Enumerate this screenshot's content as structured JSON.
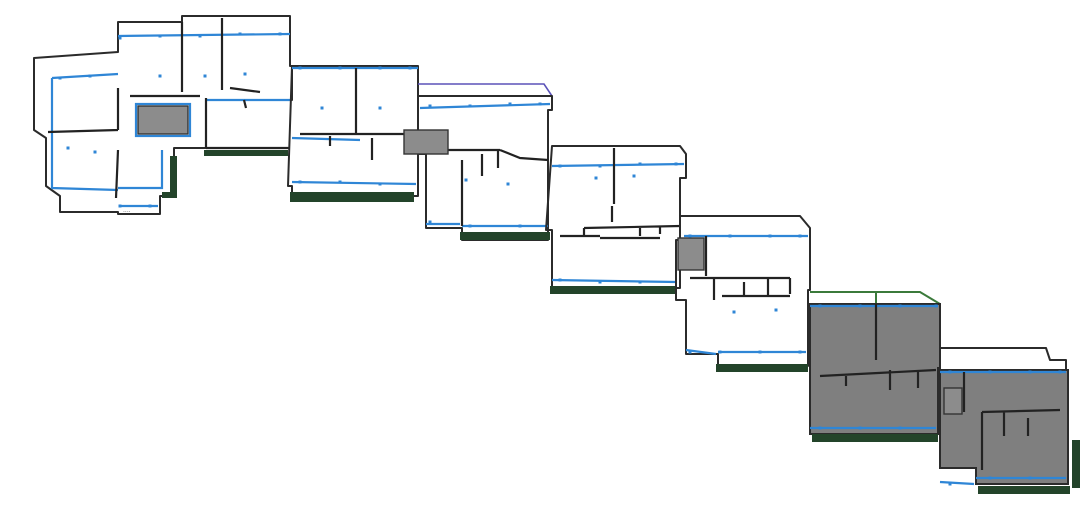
{
  "drawing": {
    "type": "stepped-floor-plan",
    "colors": {
      "background": "#ffffff",
      "walls": "#222222",
      "room_boundary": "#2f86d6",
      "roof_edge": "#5b52b8",
      "balcony": "#23442a",
      "selected_units": "#7f7f7f",
      "green_outline": "#3b7a3b"
    },
    "labels": {
      "small_tag": "...."
    },
    "blocks": [
      {
        "name": "block-1",
        "selected": false
      },
      {
        "name": "block-2",
        "selected": false
      },
      {
        "name": "block-3",
        "selected": false
      },
      {
        "name": "block-4",
        "selected": false
      },
      {
        "name": "block-5",
        "selected": false
      },
      {
        "name": "block-6",
        "selected": true
      },
      {
        "name": "block-7",
        "selected": true
      }
    ]
  }
}
